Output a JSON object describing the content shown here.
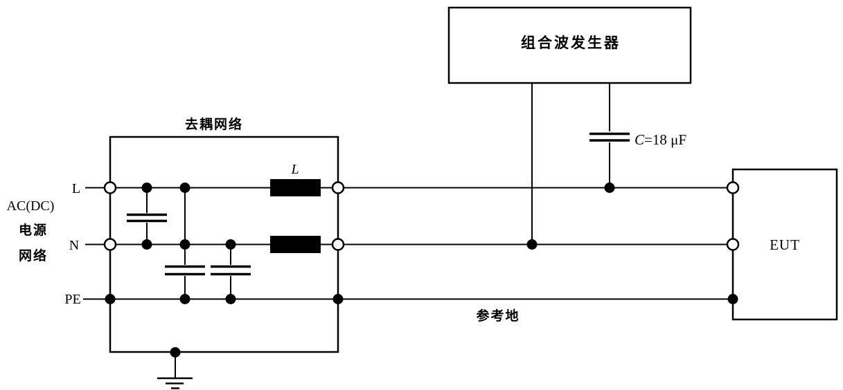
{
  "colors": {
    "wire": "#000000",
    "background": "#ffffff",
    "component_fill": "#000000"
  },
  "diagram": {
    "generator": {
      "label": "组合波发生器"
    },
    "decoupling_network": {
      "label": "去耦网络",
      "inductor_label": "L"
    },
    "power_source": {
      "type_label": "AC(DC)",
      "name_top": "电源",
      "name_bottom": "网络"
    },
    "lines": {
      "l_label": "L",
      "n_label": "N",
      "pe_label": "PE"
    },
    "coupling_capacitor": {
      "symbol": "C",
      "value": "=18 μF"
    },
    "eut": {
      "label": "EUT"
    },
    "reference_ground": {
      "label": "参考地"
    }
  }
}
